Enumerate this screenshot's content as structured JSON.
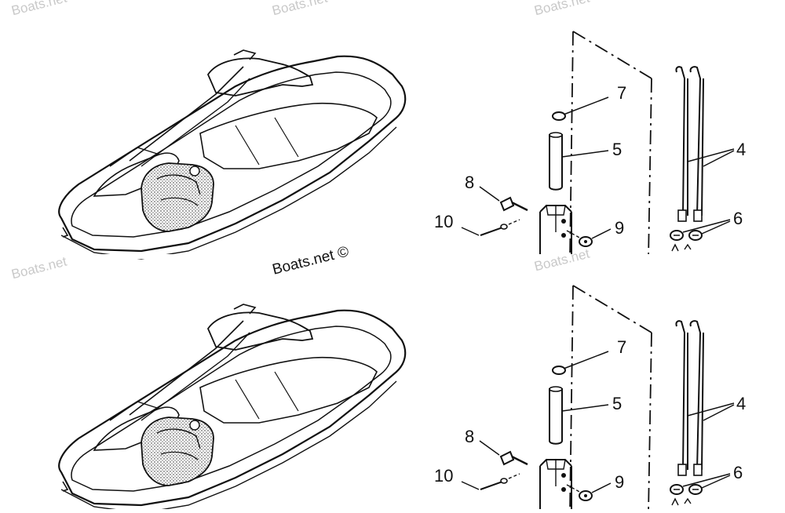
{
  "watermark": {
    "text": "Boats.net",
    "main_text": "Boats.net ©"
  },
  "panels": [
    {
      "callouts": {
        "c7": "7",
        "c5": "5",
        "c4": "4",
        "c8": "8",
        "c10": "10",
        "c9": "9",
        "c6": "6"
      }
    },
    {
      "callouts": {
        "c7": "7",
        "c5": "5",
        "c4": "4",
        "c8": "8",
        "c10": "10",
        "c9": "9",
        "c6": "6"
      }
    }
  ]
}
